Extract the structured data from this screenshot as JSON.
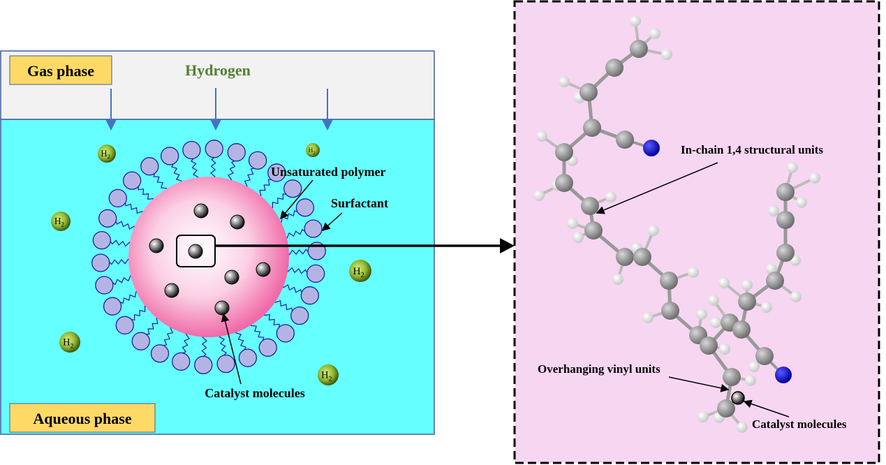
{
  "left_panel": {
    "gas_phase_label": "Gas phase",
    "hydrogen_label": "Hydrogen",
    "aqueous_phase_label": "Aqueous phase",
    "h2_label": "H",
    "h2_subscript": "2",
    "unsaturated_polymer_label": "Unsaturated polymer",
    "surfactant_label": "Surfactant",
    "catalyst_label": "Catalyst molecules"
  },
  "right_panel": {
    "in_chain_label": "In-chain 1,4 structural units",
    "vinyl_label": "Overhanging vinyl units",
    "catalyst_label": "Catalyst molecules"
  },
  "colors": {
    "gas_bg": "#f2f2f2",
    "aqueous_bg": "#66ffff",
    "label_box": "#ffd966",
    "hydrogen_text": "#538135",
    "surfactant_head": "#b4b4e4",
    "surfactant_stroke": "#1f1f9f",
    "right_bg": "#f7d6f2",
    "nitrogen": "#1a1ad8"
  }
}
